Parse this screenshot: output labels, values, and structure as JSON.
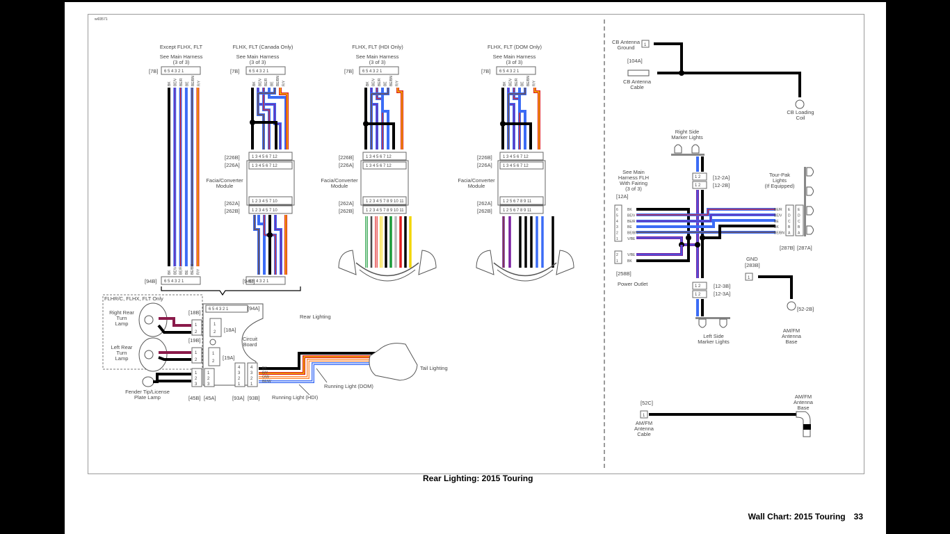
{
  "figure_id": "wi03571",
  "caption": "Rear Lighting: 2015 Touring",
  "footer": {
    "title": "Wall Chart:  2015 Touring",
    "page": "33"
  },
  "left_panel": {
    "columns": [
      {
        "title": "Except FLHX, FLT",
        "harness": "See Main Harness\n(3 of 3)",
        "connector": "[7B]",
        "pins": "6 5 4 3 2 1",
        "wires": [
          "BK",
          "BE/V",
          "BE/R",
          "BE",
          "BE/BN",
          "R/Y"
        ]
      },
      {
        "title": "FLHX, FLT (Canada Only)",
        "harness": "See Main Harness\n(3 of 3)",
        "connector": "[7B]",
        "pins": "6 5 4 3 2 1",
        "wires": [
          "BK",
          "BE/V",
          "BE/R",
          "BE",
          "BE/BN",
          "R/Y"
        ]
      },
      {
        "title": "FLHX, FLT (HDI Only)",
        "harness": "See Main Harness\n(3 of 3)",
        "connector": "[7B]",
        "pins": "6 5 4 3 2 1",
        "wires": [
          "BK",
          "BE/V",
          "BE/R",
          "BE",
          "BE/BN",
          "R/Y"
        ]
      },
      {
        "title": "FLHX, FLT (DOM Only)",
        "harness": "See Main Harness\n(3 of 3)",
        "connector": "[7B]",
        "pins": "6 5 4 3 2 1",
        "wires": [
          "BK",
          "BE/V",
          "BE/R",
          "BE",
          "BE/BN",
          "R/Y"
        ]
      }
    ],
    "module": {
      "label": "Facia/Converter\nModule",
      "conn_226B": "[226B]",
      "conn_226A": "[226A]",
      "pins_226": "1 3 4 5 6 7        12",
      "conn_262A": "[262A]",
      "conn_262B": "[262B]",
      "pins_262_canada": "1 2 3 4 5 7 10",
      "pins_262_hdi": "1 2 3  4 5 7  8 9 10 11",
      "pins_262_dom": "1  2     5 6 7  8 9  11"
    },
    "conn_94B": "[94B]",
    "pins_94B": "6 5 4 3 2 1",
    "rear_lighting_label": "Rear Lighting",
    "optional_box_label": "FLHR/C, FLHX, FLT Only",
    "right_rear_lamp": "Right Rear\nTurn\nLamp",
    "left_rear_lamp": "Left Rear\nTurn\nLamp",
    "fender_lamp": "Fender Tip/License\nPlate Lamp",
    "circuit_board": "Circuit\nBoard",
    "connectors": {
      "c18B": "[18B]",
      "c18A": "[18A]",
      "c19B": "[19B]",
      "c19A": "[19A]",
      "c94A": "[94A]",
      "c45B": "[45B]",
      "c45A": "[45A]",
      "c93A": "[93A]",
      "c93B": "[93B]"
    },
    "tail_wires": [
      "BK",
      "R/Y",
      "O/W",
      "BE/W"
    ],
    "tail_label": "Tail Lighting",
    "running_hdi": "Running Light (HDI)",
    "running_dom": "Running Light (DOM)"
  },
  "right_panel": {
    "cb_ground": "CB Antenna\nGround",
    "cb_conn": "[104A]",
    "cb_cable": "CB Antenna\nCable",
    "cb_coil": "CB Loading\nCoil",
    "right_markers": "Right Side\nMarker Lights",
    "see_main": "See Main\nHarness FLH\nWith Fairing\n(3 of 3)",
    "conn_12A": "[12A]",
    "conn_12_2A": "[12-2A]",
    "conn_12_2B": "[12-2B]",
    "tourpak": "Tour-Pak\nLights\n(If Equipped)",
    "conn_287B": "[287B]",
    "conn_287A": "[287A]",
    "harness_rows": [
      {
        "pin": "6",
        "wire": "BK"
      },
      {
        "pin": "5",
        "wire": "BE/V"
      },
      {
        "pin": "4",
        "wire": "BE/R"
      },
      {
        "pin": "3",
        "wire": "BE"
      },
      {
        "pin": "2",
        "wire": "BE/BN"
      },
      {
        "pin": "1",
        "wire": "V/BE"
      }
    ],
    "tourpak_rows": [
      {
        "pin": "E",
        "wire": "BE/R"
      },
      {
        "pin": "D",
        "wire": "BE/V"
      },
      {
        "pin": "C",
        "wire": "BE"
      },
      {
        "pin": "B",
        "wire": "BK"
      },
      {
        "pin": "A",
        "wire": "BE/BN"
      }
    ],
    "power_outlet": "Power Outlet",
    "conn_258B": "[258B]",
    "outlet_rows": [
      {
        "pin": "2",
        "wire": "V/BE"
      },
      {
        "pin": "1",
        "wire": "BK"
      }
    ],
    "gnd": "GND",
    "conn_283B": "[283B]",
    "conn_12_3B": "[12-3B]",
    "conn_12_3A": "[12-3A]",
    "left_markers": "Left Side\nMarker Lights",
    "conn_52_2B": "[52-2B]",
    "amfm_base_1": "AM/FM\nAntenna\nBase",
    "conn_52C": "[52C]",
    "amfm_cable": "AM/FM\nAntenna\nCable",
    "amfm_base_2": "AM/FM\nAntenna\nBase"
  },
  "wire_colors": {
    "BK": "#000000",
    "BE": "#3b6cf5",
    "R": "#e02020",
    "V": "#7a1fa0",
    "Y": "#f2d600",
    "O": "#ff8a3a",
    "BN": "#7a4a2a",
    "GN": "#1a9a3a",
    "W": "#ffffff",
    "VBN": "#8a1a4a"
  }
}
